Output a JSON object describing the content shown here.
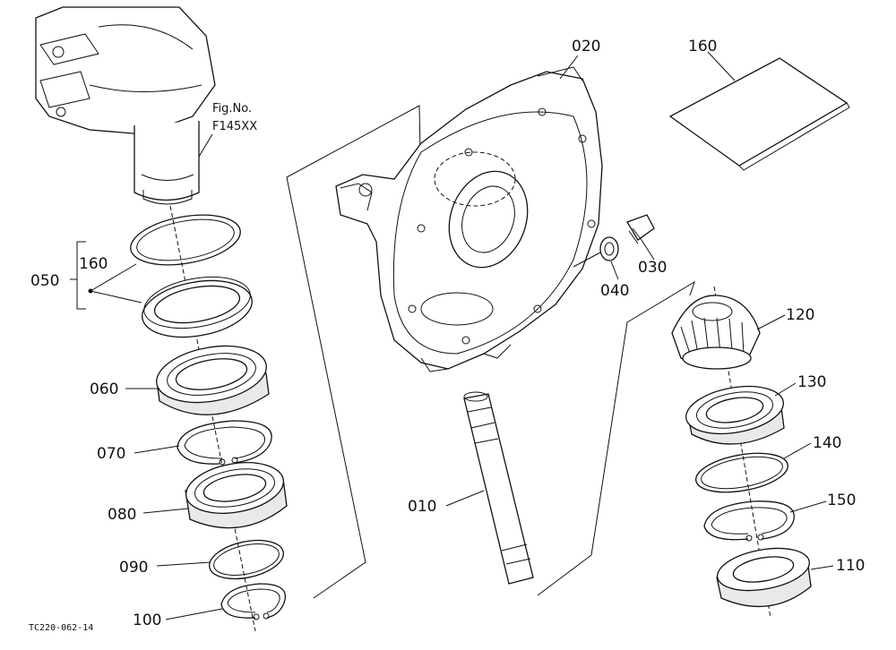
{
  "fig_ref": {
    "line1": "Fig.No.",
    "line2": "F145XX"
  },
  "drawing_code": "TC220-062-14",
  "callouts": {
    "c010": "010",
    "c020": "020",
    "c030": "030",
    "c040": "040",
    "c050": "050",
    "c060": "060",
    "c070": "070",
    "c080": "080",
    "c090": "090",
    "c100": "100",
    "c110": "110",
    "c120": "120",
    "c130": "130",
    "c140": "140",
    "c150": "150",
    "c160_top": "160",
    "c160_left": "160"
  }
}
